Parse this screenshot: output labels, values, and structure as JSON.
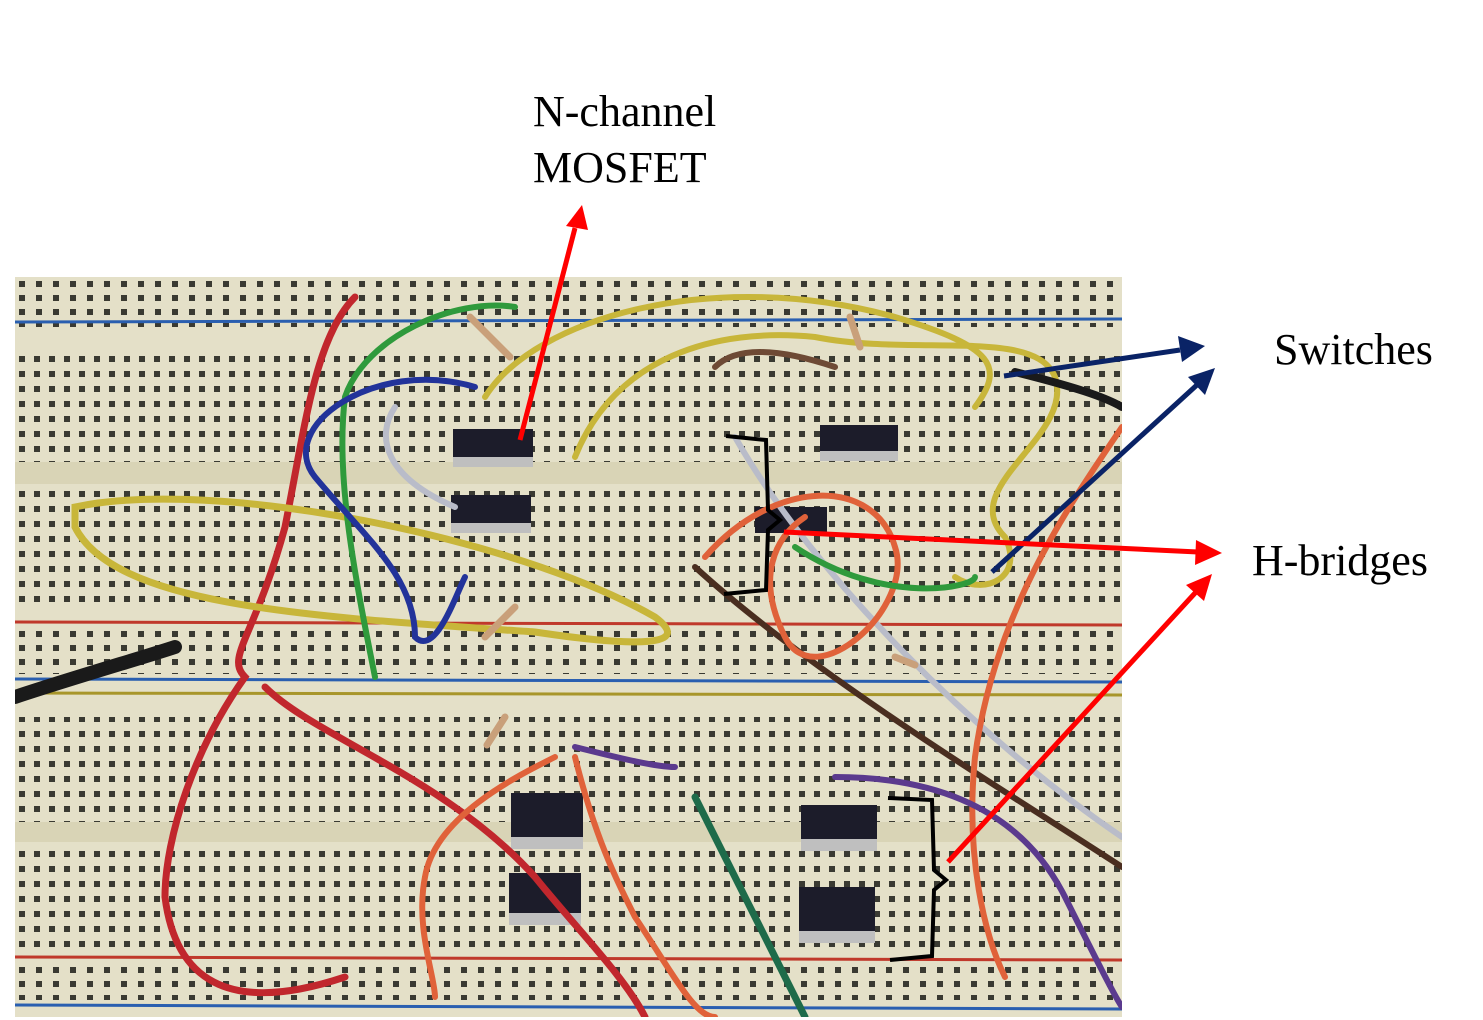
{
  "labels": {
    "n_channel_line1": "N-channel",
    "n_channel_line2": "MOSFET",
    "switches": "Switches",
    "h_bridges": "H-bridges"
  },
  "photo": {
    "subject": "breadboard-photo",
    "breadboard_color": "#e6e2cc",
    "hole_color": "#3a3a32",
    "blue_rail_color": "#2a5fb0",
    "red_rail_color": "#c0392b"
  },
  "arrows": {
    "mosfet_arrow_color": "#ff0000",
    "switch_arrow_color": "#0a2366",
    "hbridge_arrow_color": "#ff0000",
    "bracket_color": "#000000"
  },
  "wire_colors": {
    "red": "#c1272d",
    "yellow": "#c8b63a",
    "green": "#2f9a3c",
    "blue": "#22339a",
    "white": "#b9bcc9",
    "orange": "#e0623a",
    "brown": "#4a2e20",
    "purple": "#5b3a8e",
    "dark_green": "#1e6b4a",
    "black": "#1a1a1a"
  }
}
